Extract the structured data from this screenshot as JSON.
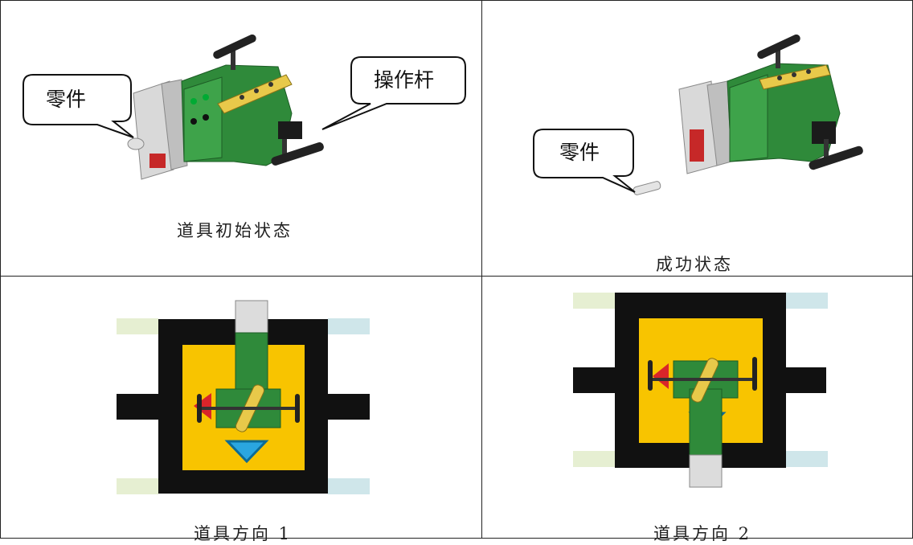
{
  "cells": {
    "initial": {
      "caption": "道具初始状态",
      "callouts": {
        "part": "零件",
        "lever": "操作杆"
      }
    },
    "success": {
      "caption": "成功状态",
      "callouts": {
        "part": "零件"
      }
    },
    "direction1": {
      "caption": "道具方向 1"
    },
    "direction2": {
      "caption": "道具方向 2"
    }
  },
  "colors": {
    "board_black": "#111111",
    "board_yellow": "#f8c400",
    "lego_green": "#2f8a3a",
    "beam_yellow": "#e8c94a",
    "arrow_blue": "#2aa6e0",
    "arrow_red": "#d9252a",
    "strip_green": "#e6efd2",
    "strip_blue": "#cfe6ea"
  }
}
